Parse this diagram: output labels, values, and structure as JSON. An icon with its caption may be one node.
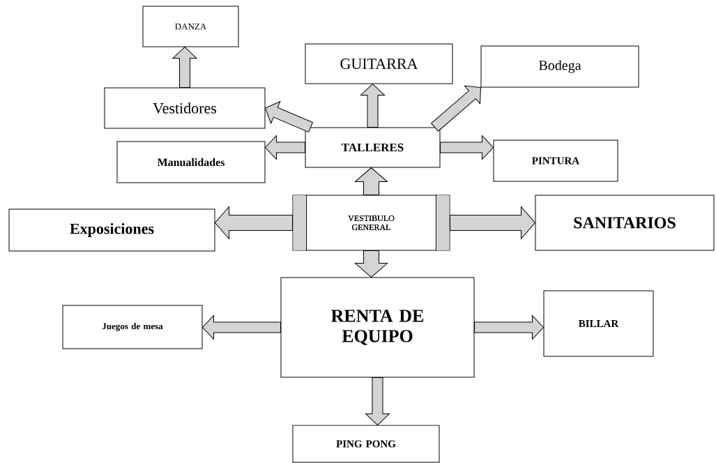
{
  "diagram": {
    "nodes": [
      {
        "text": [
          "DANZA"
        ]
      },
      {
        "text": [
          "GUITARRA"
        ]
      },
      {
        "text": [
          "Bodega"
        ]
      },
      {
        "text": [
          "Vestidores"
        ]
      },
      {
        "text": [
          "TALLERES"
        ]
      },
      {
        "text": [
          "Manualidades"
        ]
      },
      {
        "text": [
          "PINTURA"
        ]
      },
      {
        "text": [
          "VESTIBULO GENERAL"
        ]
      },
      {
        "text": [
          "Exposiciones"
        ]
      },
      {
        "text": [
          "SANITARIOS"
        ]
      },
      {
        "text": [
          "RENTA DE EQUIPO"
        ]
      },
      {
        "text": [
          "Juegos de mesa"
        ]
      },
      {
        "text": [
          "BILLAR"
        ]
      },
      {
        "text": [
          "PING PONG"
        ]
      }
    ],
    "edges": [
      {
        "from": 3,
        "to": 0,
        "arrow": "to"
      },
      {
        "from": 4,
        "to": 3,
        "arrow": "to"
      },
      {
        "from": 4,
        "to": 1,
        "arrow": "to"
      },
      {
        "from": 4,
        "to": 2,
        "arrow": "to"
      },
      {
        "from": 4,
        "to": 5,
        "arrow": "to"
      },
      {
        "from": 4,
        "to": 6,
        "arrow": "to"
      },
      {
        "from": 7,
        "to": 4,
        "arrow": "to"
      },
      {
        "from": 7,
        "to": 8,
        "arrow": "to"
      },
      {
        "from": 7,
        "to": 9,
        "arrow": "to"
      },
      {
        "from": 7,
        "to": 10,
        "arrow": "to"
      },
      {
        "from": 10,
        "to": 11,
        "arrow": "to"
      },
      {
        "from": 10,
        "to": 12,
        "arrow": "to"
      },
      {
        "from": 10,
        "to": 13,
        "arrow": "to"
      }
    ]
  }
}
